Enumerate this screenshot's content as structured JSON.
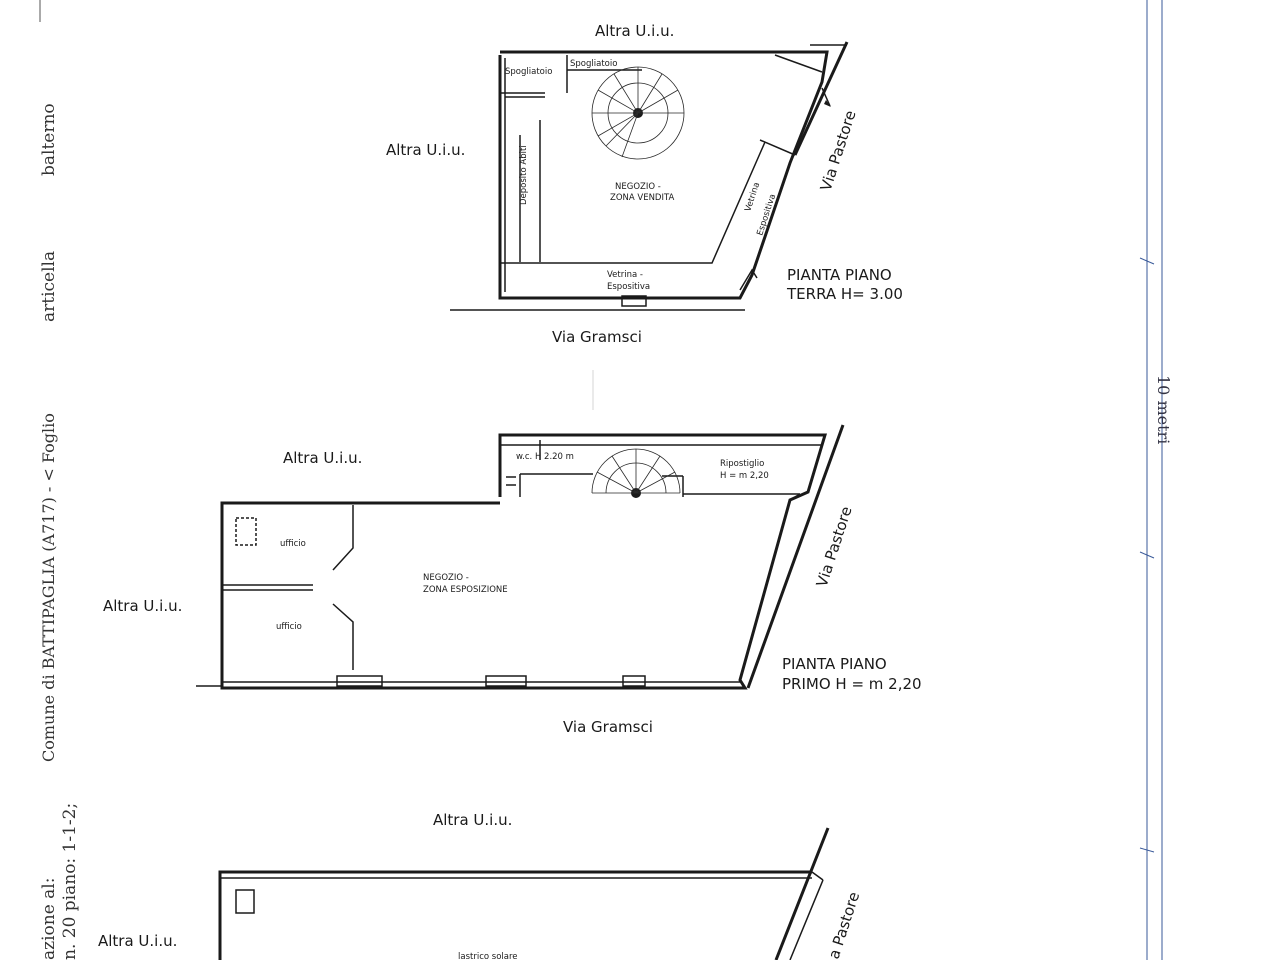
{
  "margin_text": {
    "t1": "balterno",
    "t2": "articella",
    "t3": "Comune di BATTIPAGLIA (A717) - < Foglio",
    "t4": "azione al:",
    "t5": "n. 20 piano: 1-1-2;"
  },
  "scale": {
    "label": "10 metri"
  },
  "ground_floor": {
    "north": "Altra U.i.u.",
    "west": "Altra U.i.u.",
    "street_east": "Via Pastore",
    "street_south": "Via Gramsci",
    "spogliatoio_1": "Spogliatoio",
    "spogliatoio_2": "Spogliatoio",
    "deposito": "Deposito Abiti",
    "zone_line1": "NEGOZIO -",
    "zone_line2": "ZONA VENDITA",
    "vetrina_e_1": "Vetrina",
    "vetrina_e_2": "Espositiva",
    "vetrina_s_1": "Vetrina -",
    "vetrina_s_2": "Espositiva",
    "title_line1": "PIANTA PIANO",
    "title_line2": "TERRA  H= 3.00"
  },
  "first_floor": {
    "north": "Altra U.i.u.",
    "west": "Altra U.i.u.",
    "street_east": "Via Pastore",
    "street_south": "Via Gramsci",
    "wc": "w.c.  H 2.20 m",
    "ripostiglio_1": "Ripostiglio",
    "ripostiglio_2": "H = m 2,20",
    "ufficio_1": "ufficio",
    "ufficio_2": "ufficio",
    "zone_line1": "NEGOZIO -",
    "zone_line2": "ZONA ESPOSIZIONE",
    "title_line1": "PIANTA PIANO",
    "title_line2": "PRIMO H = m 2,20"
  },
  "roof": {
    "north": "Altra U.i.u.",
    "west": "Altra U.i.u.",
    "street_east": "a Pastore",
    "lastrico": "lastrico solare"
  }
}
